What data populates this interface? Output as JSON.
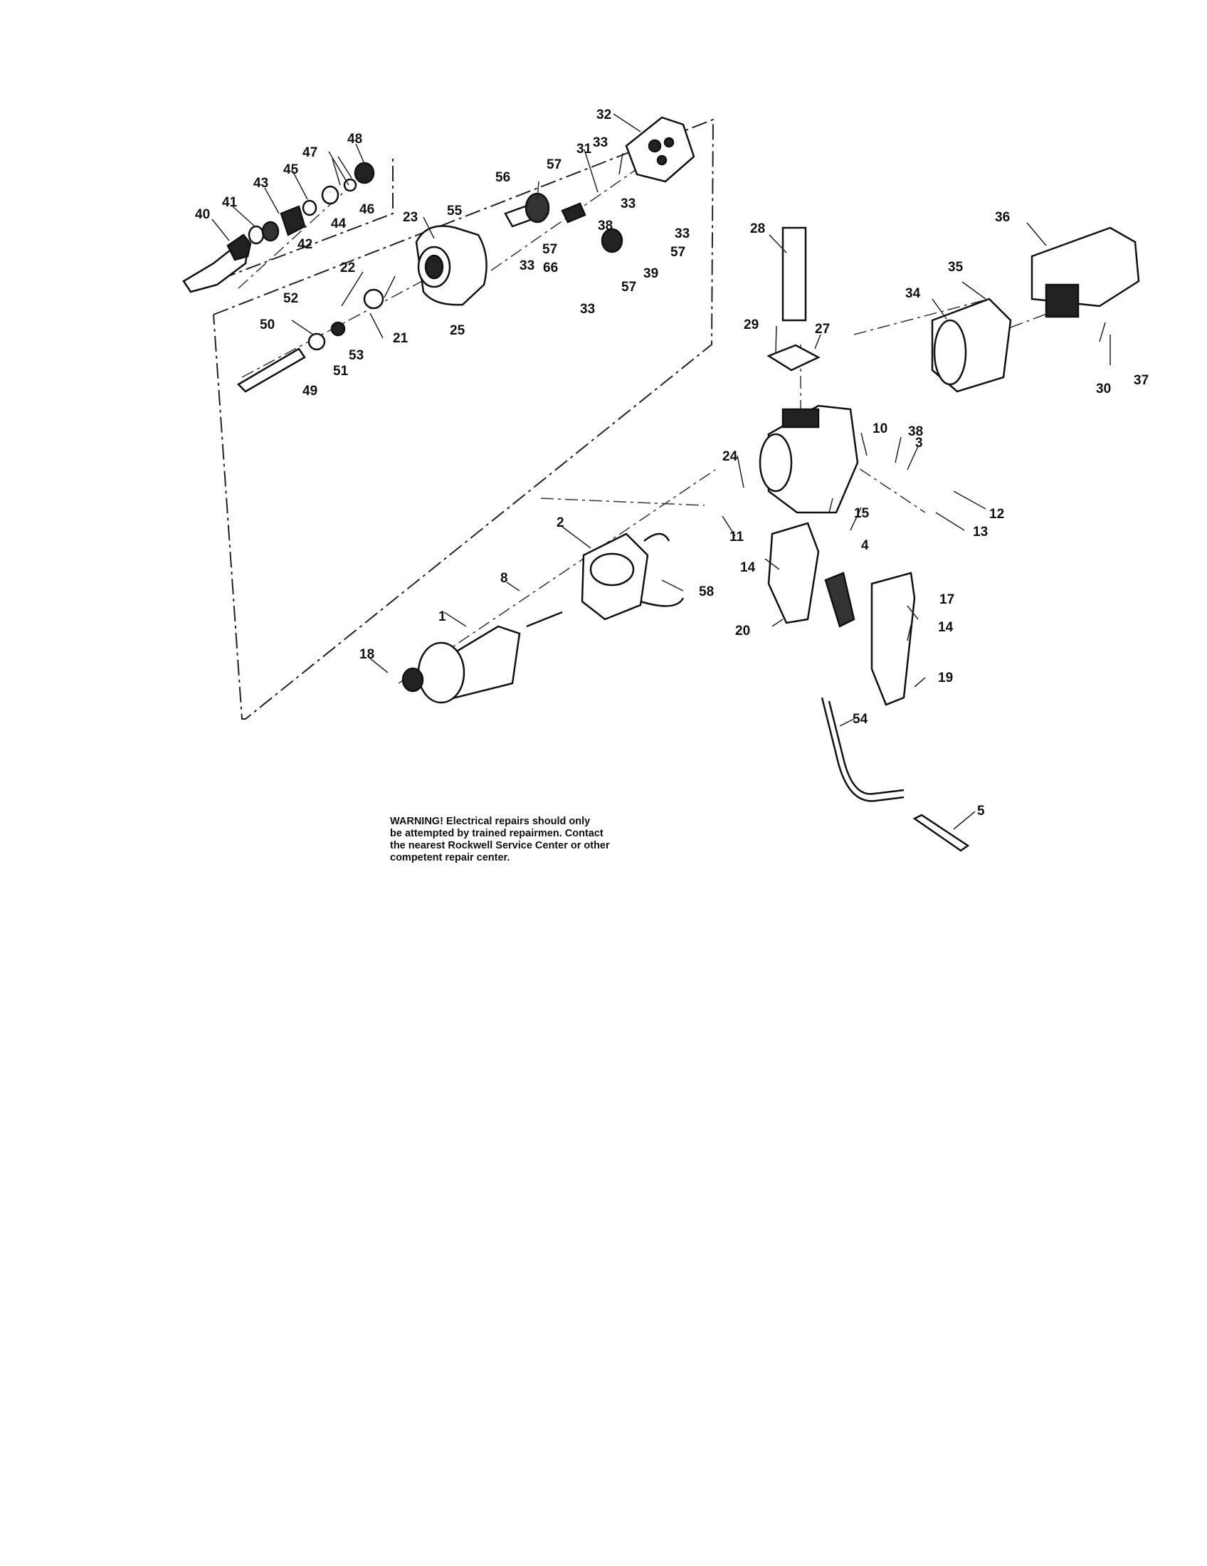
{
  "warning": {
    "lines": [
      "WARNING!  Electrical repairs should only",
      "be attempted by trained repairmen.  Contact",
      "the nearest Rockwell Service Center or other",
      "competent repair center."
    ]
  },
  "callouts": {
    "p1": "1",
    "p2": "2",
    "p3": "3",
    "p4": "4",
    "p5": "5",
    "p8": "8",
    "p10": "10",
    "p11": "11",
    "p12": "12",
    "p13": "13",
    "p14a": "14",
    "p14b": "14",
    "p15": "15",
    "p17": "17",
    "p18": "18",
    "p19": "19",
    "p20": "20",
    "p21": "21",
    "p22": "22",
    "p23": "23",
    "p24": "24",
    "p25": "25",
    "p27": "27",
    "p28": "28",
    "p29": "29",
    "p30": "30",
    "p31": "31",
    "p32": "32",
    "p33a": "33",
    "p33b": "33",
    "p33c": "33",
    "p33d": "33",
    "p33e": "33",
    "p34": "34",
    "p35": "35",
    "p36": "36",
    "p37": "37",
    "p38": "38",
    "p38b": "38",
    "p39": "39",
    "p40": "40",
    "p41": "41",
    "p42": "42",
    "p43": "43",
    "p44": "44",
    "p45": "45",
    "p46": "46",
    "p47": "47",
    "p48": "48",
    "p49": "49",
    "p50": "50",
    "p51": "51",
    "p52": "52",
    "p53": "53",
    "p54": "54",
    "p55": "55",
    "p56": "56",
    "p57a": "57",
    "p57b": "57",
    "p57c": "57",
    "p57d": "57",
    "p58": "58",
    "p66": "66"
  }
}
